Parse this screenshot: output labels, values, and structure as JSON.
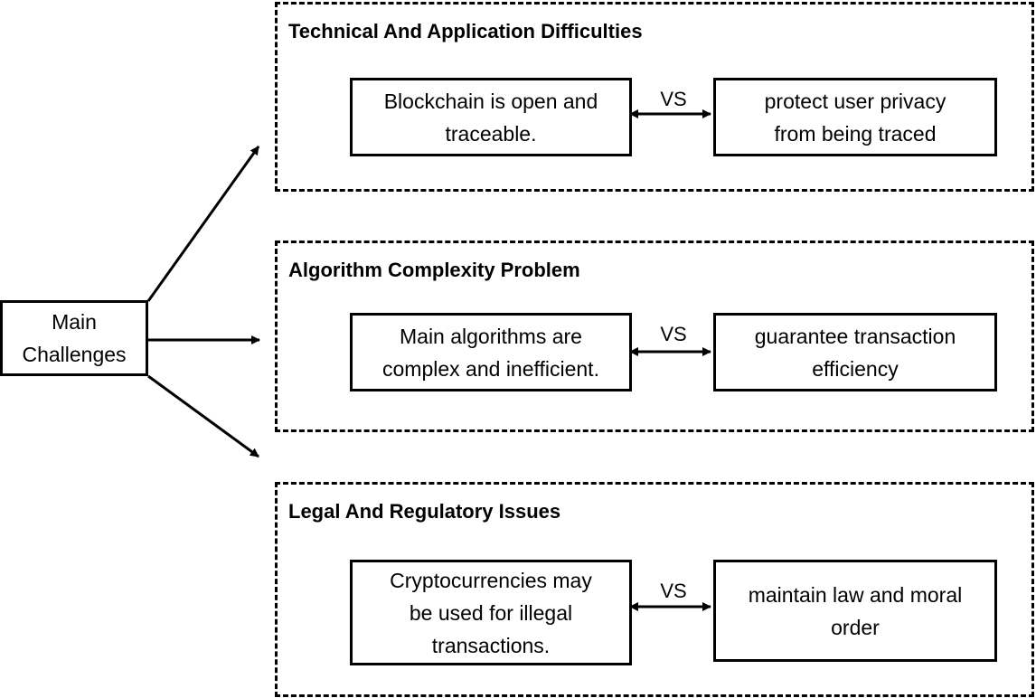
{
  "root": {
    "label_line1": "Main",
    "label_line2": "Challenges"
  },
  "groups": [
    {
      "title": "Technical And Application Difficulties",
      "left_lines": [
        "Blockchain is open and",
        "traceable."
      ],
      "vs": "VS",
      "right_lines": [
        "protect user privacy",
        "from being traced"
      ]
    },
    {
      "title": "Algorithm Complexity Problem",
      "left_lines": [
        "Main algorithms are",
        "complex and inefficient."
      ],
      "vs": "VS",
      "right_lines": [
        "guarantee transaction",
        "efficiency"
      ]
    },
    {
      "title": "Legal And Regulatory Issues",
      "left_lines": [
        "Cryptocurrencies may",
        "be used for illegal",
        "transactions."
      ],
      "vs": "VS",
      "right_lines": [
        "maintain law and moral",
        "order"
      ]
    }
  ]
}
